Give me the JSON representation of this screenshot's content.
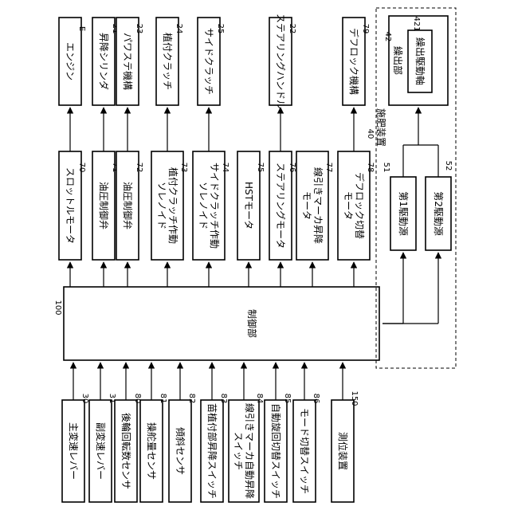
{
  "controller": {
    "ref": "100",
    "label": "制御部"
  },
  "inputs": [
    {
      "ref": "30",
      "lines": [
        "主変速レバー"
      ]
    },
    {
      "ref": "31",
      "lines": [
        "副変速レバー"
      ]
    },
    {
      "ref": "80",
      "lines": [
        "後輪回転数センサ"
      ]
    },
    {
      "ref": "81",
      "lines": [
        "操舵量センサ"
      ]
    },
    {
      "ref": "82",
      "lines": [
        "傾斜センサ"
      ]
    },
    {
      "ref": "83",
      "lines": [
        "苗植付部昇降スイッチ"
      ]
    },
    {
      "ref": "84",
      "lines": [
        "線引きマーカ自動昇降",
        "スイッチ"
      ]
    },
    {
      "ref": "85",
      "lines": [
        "自動旋回切替スイッチ"
      ]
    },
    {
      "ref": "86",
      "lines": [
        "モード切替スイッチ"
      ]
    },
    {
      "ref": "150",
      "lines": [
        "測位装置"
      ]
    }
  ],
  "actuators": [
    {
      "ref": "70",
      "lines": [
        "スロットルモータ"
      ]
    },
    {
      "ref": "71",
      "lines": [
        "油圧制御弁"
      ]
    },
    {
      "ref": "72",
      "lines": [
        "油圧制御弁"
      ]
    },
    {
      "ref": "73",
      "lines": [
        "植付クラッチ作動",
        "ソレノイド"
      ]
    },
    {
      "ref": "74",
      "lines": [
        "サイドクラッチ作動",
        "ソレノイド"
      ]
    },
    {
      "ref": "75",
      "lines": [
        "HSTモータ"
      ]
    },
    {
      "ref": "76",
      "lines": [
        "ステアリングモータ"
      ]
    },
    {
      "ref": "77",
      "lines": [
        "線引きマーカ昇降",
        "モータ"
      ]
    },
    {
      "ref": "78",
      "lines": [
        "デフロック切替",
        "モータ"
      ]
    }
  ],
  "devices": [
    {
      "ref": "E",
      "lines": [
        "エンジン"
      ]
    },
    {
      "ref": "21",
      "lines": [
        "昇降シリンダ"
      ]
    },
    {
      "ref": "23",
      "lines": [
        "パワステ機構"
      ]
    },
    {
      "ref": "24",
      "lines": [
        "植付クラッチ"
      ]
    },
    {
      "ref": "25",
      "lines": [
        "サイドクラッチ"
      ]
    },
    {
      "ref": "22",
      "lines": [
        "ステアリングハンドル"
      ]
    },
    {
      "ref": "79",
      "lines": [
        "デフロック機構"
      ]
    }
  ],
  "fertilizer": {
    "ref": "40",
    "label": "施肥装置",
    "source1": {
      "ref": "51",
      "label": "第1駆動源"
    },
    "source2": {
      "ref": "52",
      "label": "第2駆動源"
    },
    "feeder": {
      "ref": "42",
      "label": "繰出部"
    },
    "shaft": {
      "ref": "421",
      "label": "繰出駆動軸"
    }
  }
}
